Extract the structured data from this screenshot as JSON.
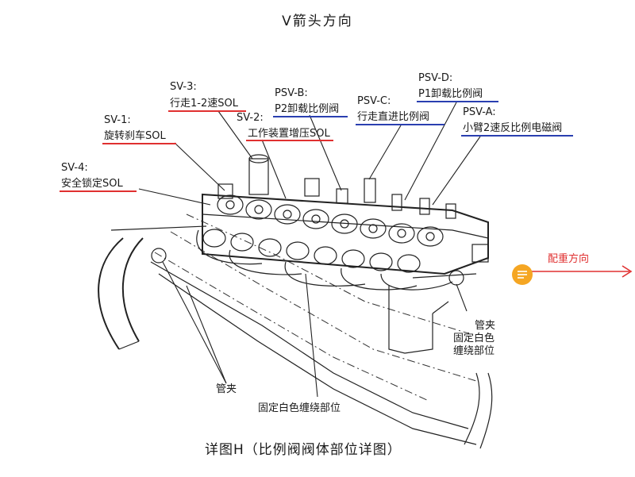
{
  "title": "V箭头方向",
  "caption": "详图H（比例阀阀体部位详图）",
  "direction_label": "配重方向",
  "colors": {
    "red_underline": "#e03030",
    "blue_underline": "#2a3fb0",
    "arrow_red": "#e03030",
    "badge": "#f5a623"
  },
  "labels": {
    "sv3_code": "SV-3:",
    "sv3_name": "行走1-2速SOL",
    "sv1_code": "SV-1:",
    "sv1_name": "旋转刹车SOL",
    "sv4_code": "SV-4:",
    "sv4_name": "安全锁定SOL",
    "sv2_code": "SV-2:",
    "sv2_name": "工作装置增压SOL",
    "psvb_code": "PSV-B:",
    "psvb_name": "P2卸载比例阀",
    "psvc_code": "PSV-C:",
    "psvc_name": "行走直进比例阀",
    "psvd_code": "PSV-D:",
    "psvd_name": "P1卸载比例阀",
    "psva_code": "PSV-A:",
    "psva_name": "小臂2速反比例电磁阀",
    "clamp_right_1": "管夹",
    "clamp_right_2": "固定白色",
    "clamp_right_3": "缠绕部位",
    "clamp_bottom": "管夹",
    "fix_white_bottom": "固定白色缠绕部位"
  },
  "icons": {
    "badge_icon": "list-lines-icon"
  }
}
